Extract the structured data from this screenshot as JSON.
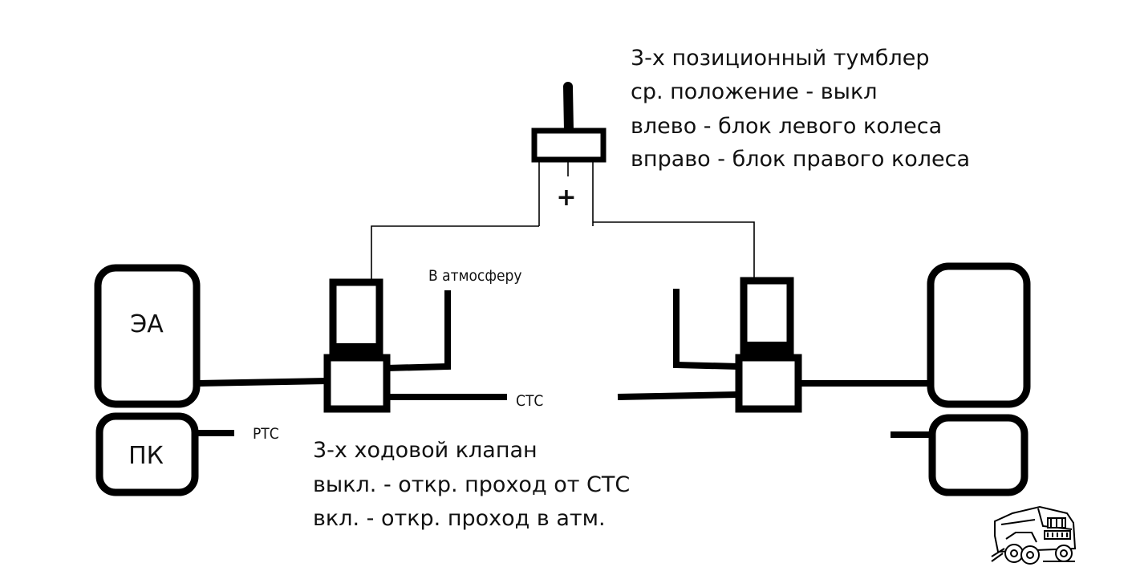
{
  "colors": {
    "line": "#000000",
    "background": "#ffffff",
    "text": "#111111"
  },
  "toggle": {
    "title": "3-х позиционный тумблер",
    "lines": [
      "ср. положение - выкл",
      "влево - блок левого колеса",
      "вправо - блок правого колеса"
    ],
    "plus": "+"
  },
  "valve": {
    "title": "3-х ходовой клапан",
    "lines": [
      "выкл. - откр. проход от СТС",
      "вкл. - откр. проход в атм."
    ]
  },
  "labels": {
    "ea": "ЭА",
    "pk": "ПК",
    "atmosphere": "В атмосферу",
    "sts": "СТС",
    "rts": "РТС"
  },
  "logo": {
    "icon": "truck-icon"
  }
}
